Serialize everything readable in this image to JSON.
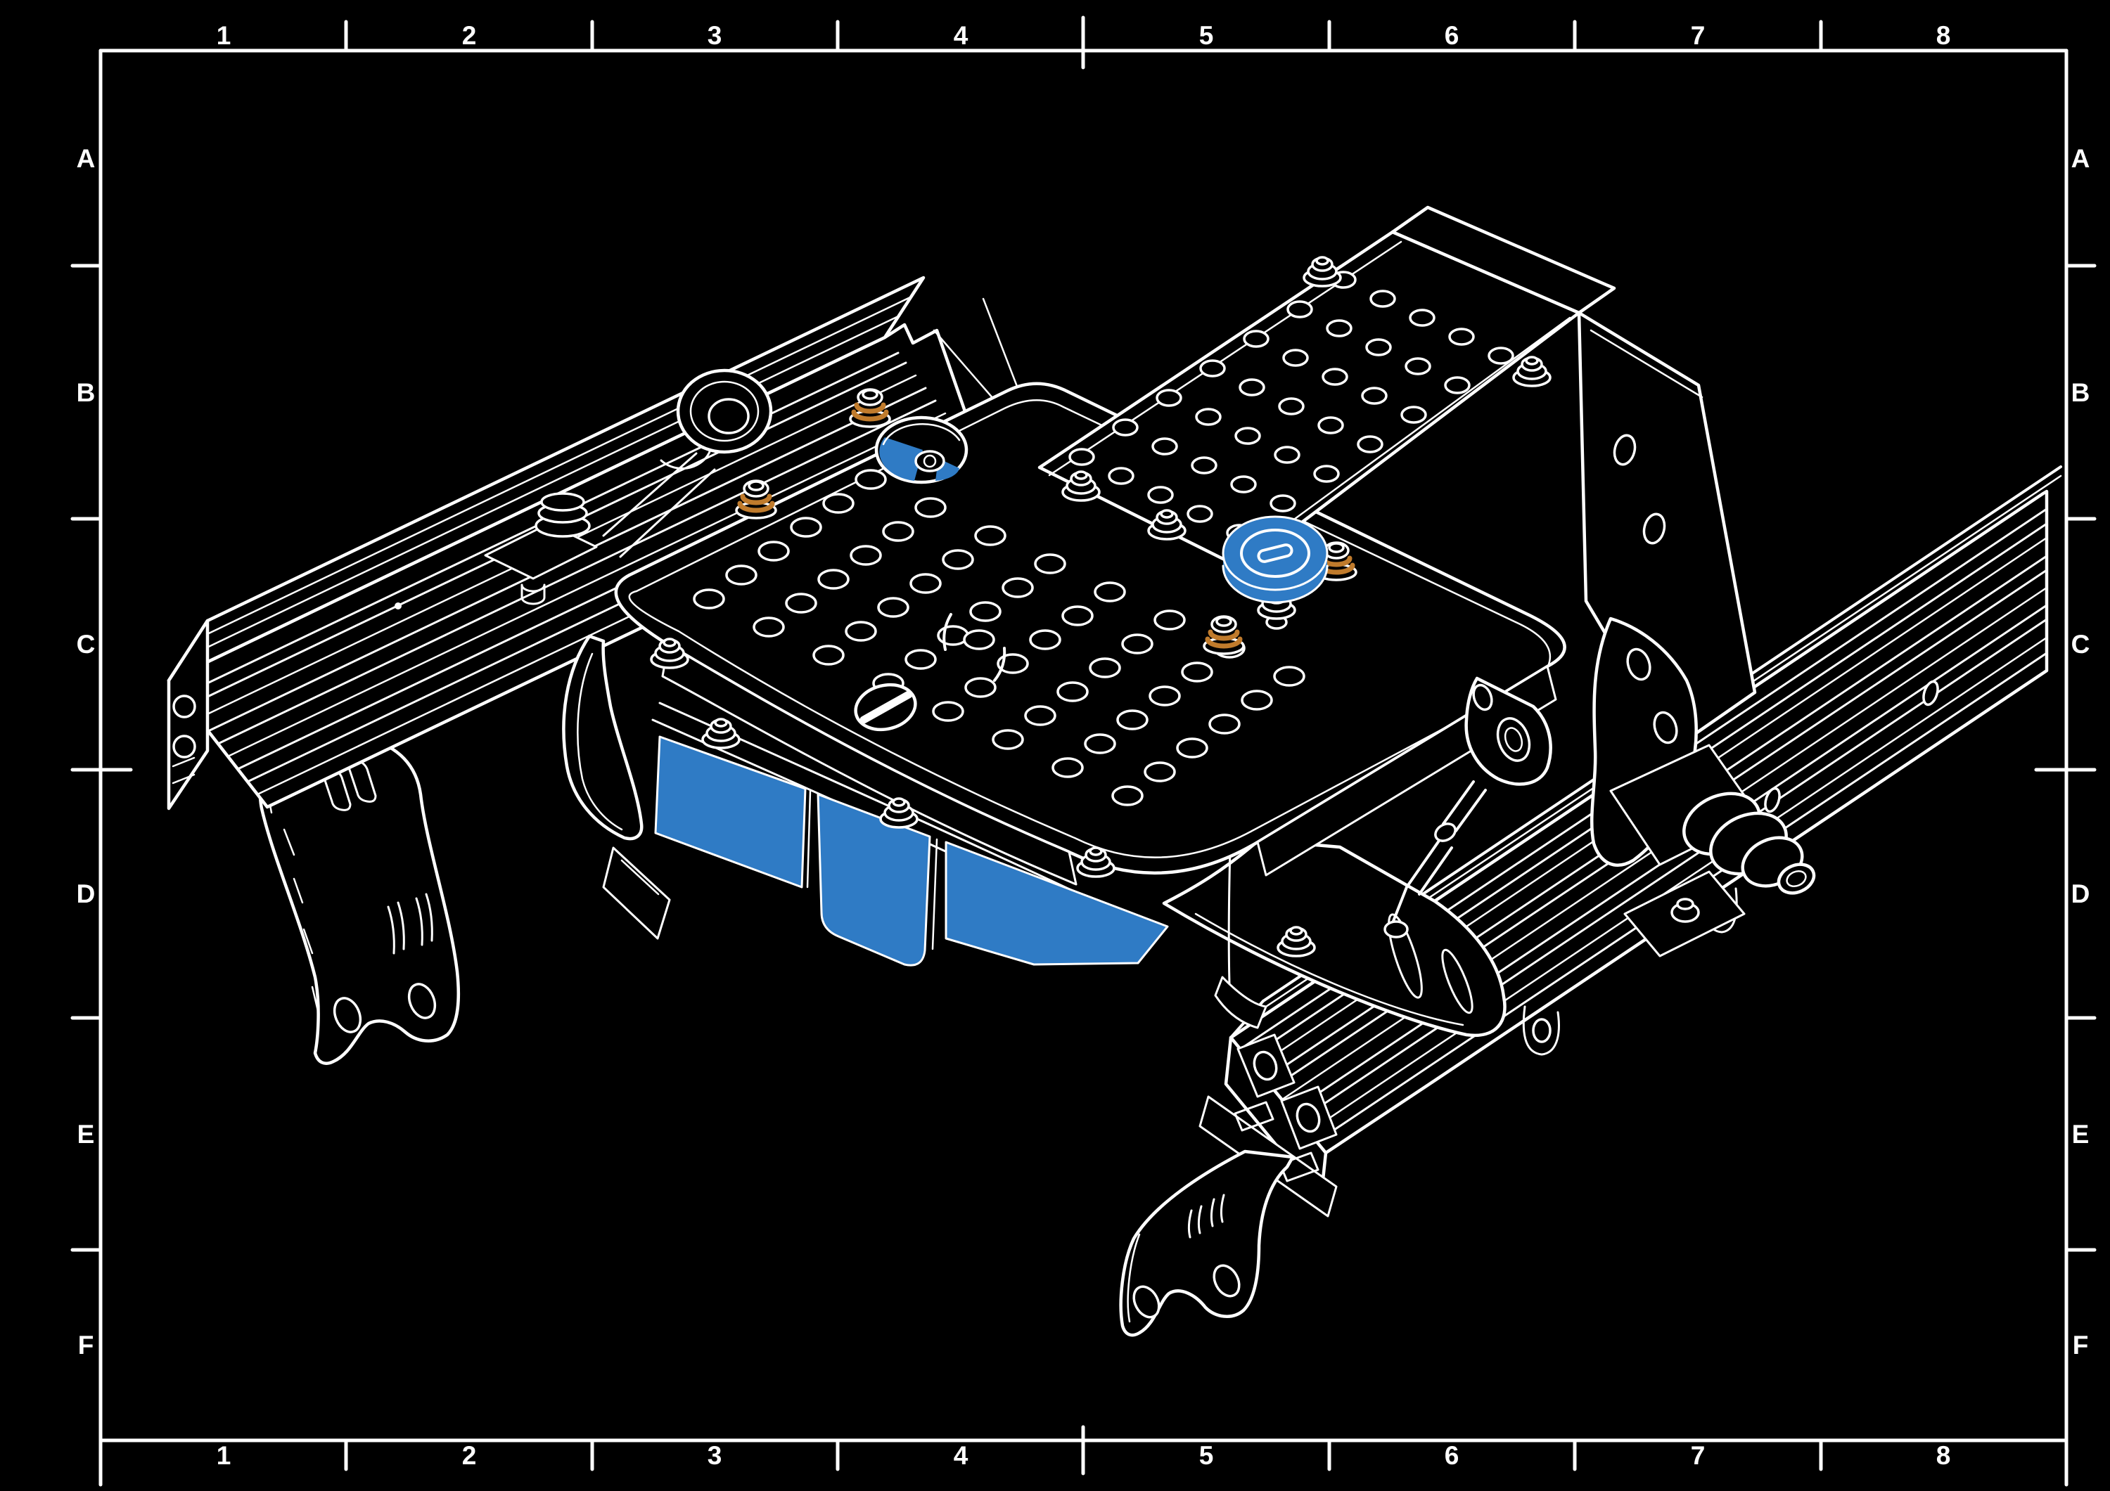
{
  "sheet": {
    "description": "isometric CAD wireframe of seat base mounted on extrusion rails",
    "frame": {
      "columns": [
        "1",
        "2",
        "3",
        "4",
        "5",
        "6",
        "7",
        "8"
      ],
      "rows": [
        "A",
        "B",
        "C",
        "D",
        "E",
        "F"
      ]
    },
    "colors": {
      "background": "#000000",
      "line": "#FFFFFF",
      "highlight_blue": "#2F7BC5",
      "accent_orange": "#C07B2C"
    }
  }
}
